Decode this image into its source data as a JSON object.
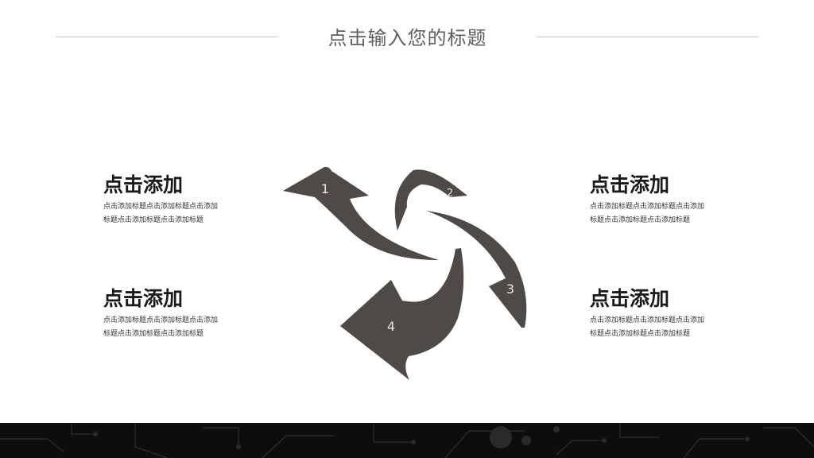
{
  "title": "点击输入您的标题",
  "diagram": {
    "labels": [
      "1",
      "2",
      "3",
      "4"
    ],
    "fill_color": "#4f4a45",
    "label_color": "#e8e6e3"
  },
  "blocks": {
    "top_left": {
      "heading": "点击添加",
      "body": "点击添加标题点击添加标题点击添加标题点击添加标题点击添加标题"
    },
    "bottom_left": {
      "heading": "点击添加",
      "body": "点击添加标题点击添加标题点击添加标题点击添加标题点击添加标题"
    },
    "top_right": {
      "heading": "点击添加",
      "body": "点击添加标题点击添加标题点击添加标题点击添加标题点击添加标题"
    },
    "bottom_right": {
      "heading": "点击添加",
      "body": "点击添加标题点击添加标题点击添加标题点击添加标题点击添加标题"
    }
  },
  "footer_color": "#0d0d0d"
}
